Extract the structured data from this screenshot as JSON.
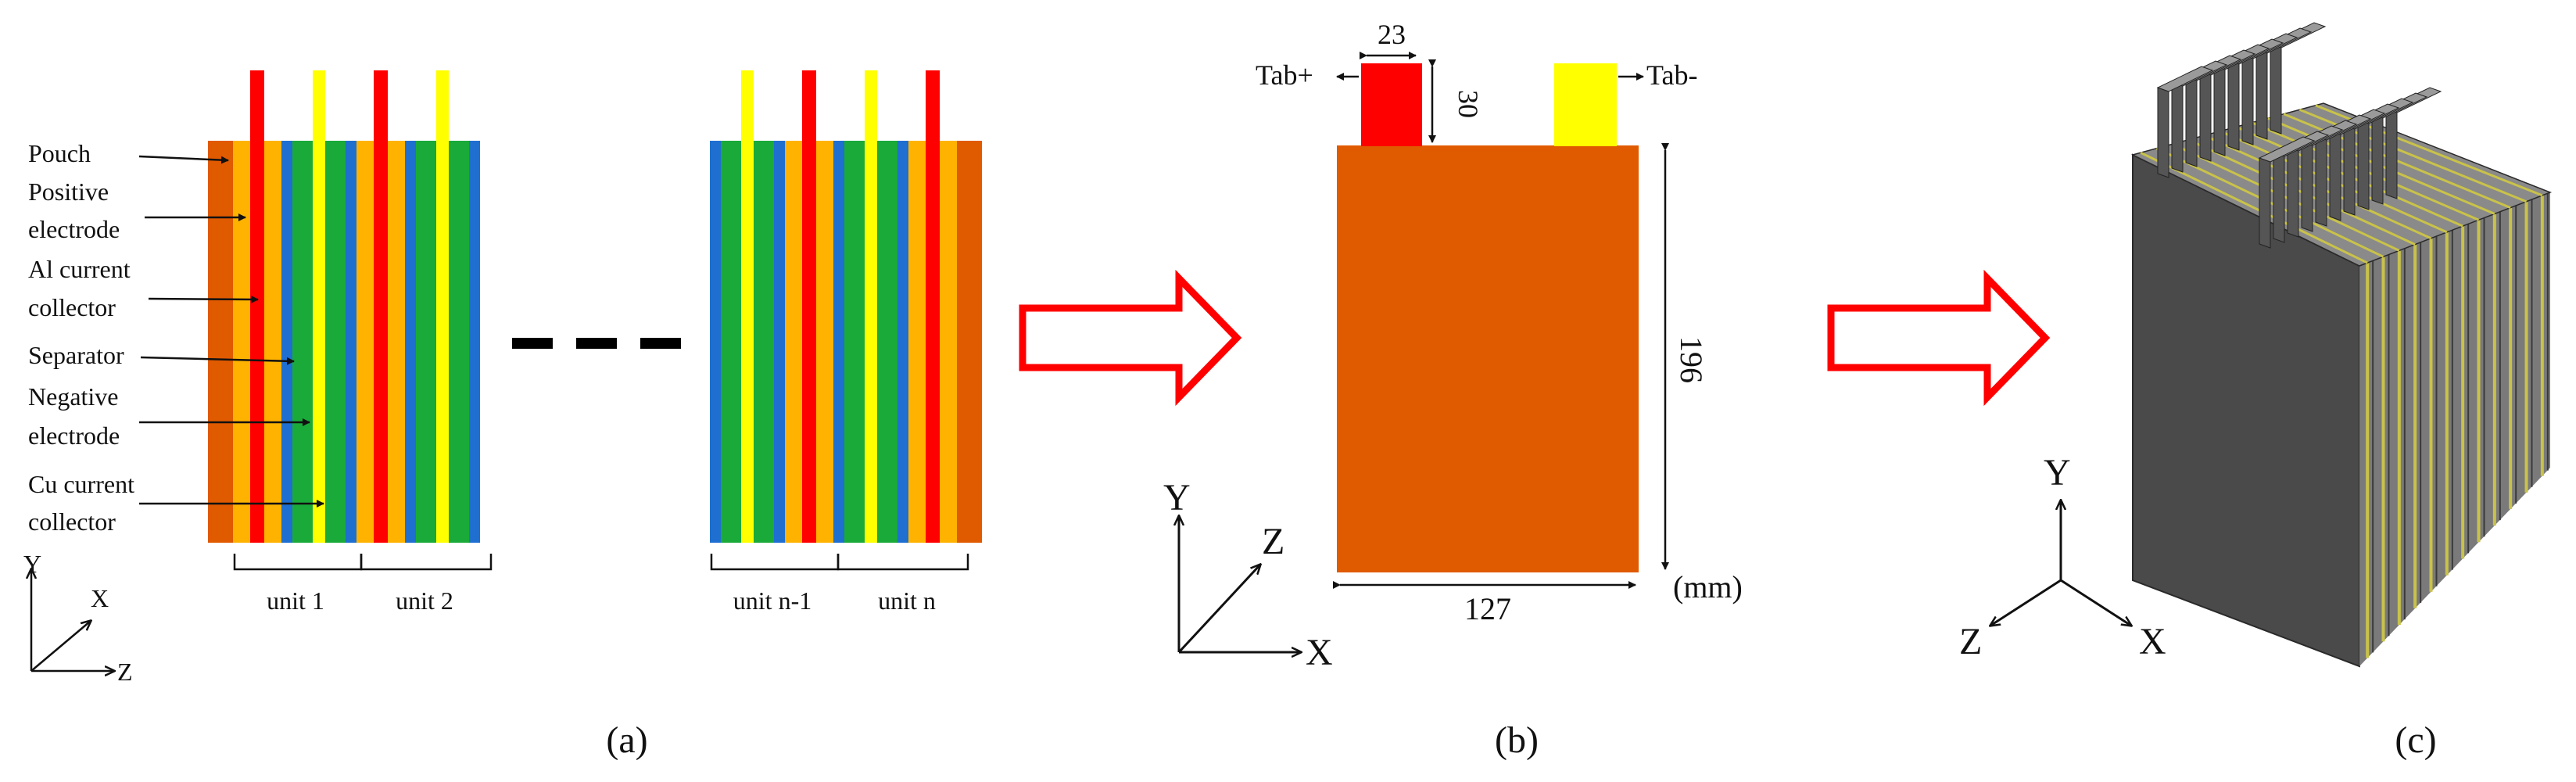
{
  "panel_a": {
    "labels": {
      "pouch": "Pouch",
      "positive_1": "Positive",
      "positive_2": "electrode",
      "al_1": "Al current",
      "al_2": "collector",
      "separator": "Separator",
      "negative_1": "Negative",
      "negative_2": "electrode",
      "cu_1": "Cu current",
      "cu_2": "collector"
    },
    "units": {
      "unit1": "unit 1",
      "unit2": "unit 2",
      "unitn1": "unit n-1",
      "unitn": "unit n"
    },
    "axes": {
      "y": "Y",
      "x": "X",
      "z": "Z"
    },
    "caption": "(a)"
  },
  "panel_b": {
    "tab_pos": "Tab+",
    "tab_neg": "Tab-",
    "dim_tab_width": "23",
    "dim_tab_height": "30",
    "dim_height": "196",
    "dim_width": "127",
    "unit": "(mm)",
    "axes": {
      "y": "Y",
      "z": "Z",
      "x": "X"
    },
    "caption": "(b)"
  },
  "panel_c": {
    "axes": {
      "y": "Y",
      "z": "Z",
      "x": "X"
    },
    "caption": "(c)"
  },
  "colors": {
    "pouch": "#e05a00",
    "positive": "#ffb300",
    "al": "#ff0000",
    "separator": "#1e6fd0",
    "negative": "#1aaa3a",
    "cu": "#ffff00",
    "arrow": "#ff0000"
  }
}
